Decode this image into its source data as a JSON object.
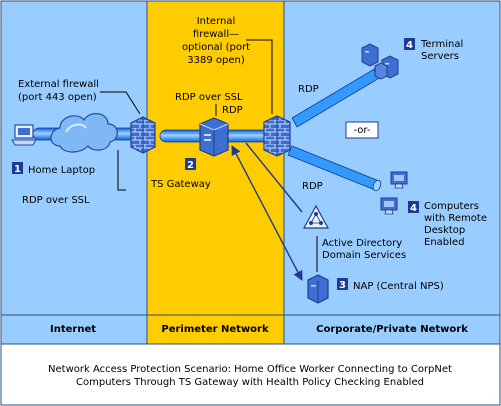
{
  "zones": {
    "internet": "Internet",
    "perimeter": "Perimeter Network",
    "corporate": "Corporate/Private Network"
  },
  "caption": {
    "line1": "Network Access Protection Scenario: Home Office Worker Connecting to CorpNet",
    "line2": "Computers Through TS Gateway with Health Policy Checking Enabled"
  },
  "labels": {
    "external_firewall_1": "External firewall",
    "external_firewall_2": "(port 443 open)",
    "internal_firewall_1": "Internal",
    "internal_firewall_2": "firewall—",
    "internal_firewall_3": "optional (port",
    "internal_firewall_4": "3389 open)",
    "rdp_over_ssl_top": "RDP over SSL",
    "rdp_inner": "RDP",
    "rdp_upper": "RDP",
    "rdp_lower": "RDP",
    "or": "-or-",
    "rdp_over_ssl_left": "RDP over SSL",
    "home_laptop": "Home Laptop",
    "ts_gateway": "TS Gateway",
    "terminal_servers_1": "Terminal",
    "terminal_servers_2": "Servers",
    "computers_1": "Computers",
    "computers_2": "with Remote",
    "computers_3": "Desktop",
    "computers_4": "Enabled",
    "ad_1": "Active Directory",
    "ad_2": "Domain Services",
    "nap": "NAP (Central NPS)"
  },
  "badges": {
    "laptop": "1",
    "gateway": "2",
    "nap": "3",
    "terminal": "4",
    "computers": "4"
  },
  "colors": {
    "zone_blue": "#99CCFF",
    "zone_gold": "#FFCC00",
    "pipe": "#3399FF",
    "badge": "#1F3A93",
    "firewall": "#3366CC",
    "arrow": "#1F3A93"
  },
  "icons": [
    "laptop-icon",
    "cloud-icon",
    "firewall-icon",
    "server-icon",
    "workstation-icon",
    "directory-icon"
  ]
}
